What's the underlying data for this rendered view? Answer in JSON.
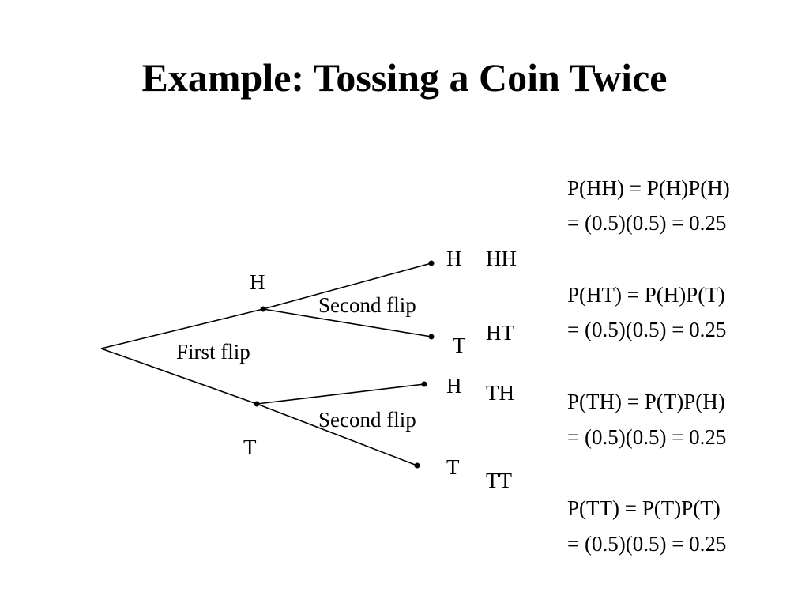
{
  "slide": {
    "title": "Example: Tossing a Coin Twice"
  },
  "tree": {
    "first_flip_label": "First flip",
    "second_flip_label_upper": "Second flip",
    "second_flip_label_lower": "Second flip",
    "first_outcomes": [
      "H",
      "T"
    ],
    "second_outcomes_upper": [
      "H",
      "T"
    ],
    "second_outcomes_lower": [
      "H",
      "T"
    ],
    "combined_outcomes": [
      "HH",
      "HT",
      "TH",
      "TT"
    ]
  },
  "probabilities": [
    {
      "line1": "P(HH) = P(H)P(H)",
      "line2": "= (0.5)(0.5) = 0.25"
    },
    {
      "line1": "P(HT) = P(H)P(T)",
      "line2": "= (0.5)(0.5) = 0.25"
    },
    {
      "line1": "P(TH) = P(T)P(H)",
      "line2": "= (0.5)(0.5) = 0.25"
    },
    {
      "line1": "P(TT) = P(T)P(T)",
      "line2": "= (0.5)(0.5) = 0.25"
    }
  ]
}
